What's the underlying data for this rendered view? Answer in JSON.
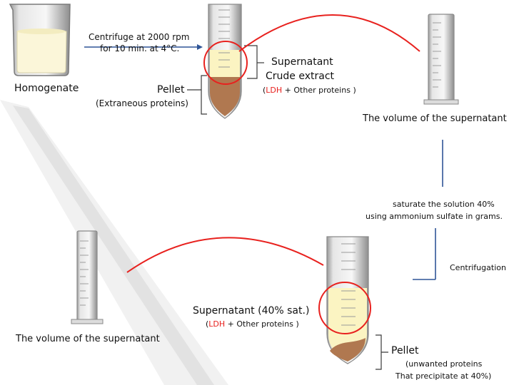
{
  "labels": {
    "centrifuge_line1": "Centrifuge at 2000 rpm",
    "centrifuge_line2": "for 10 min. at 4°C.",
    "homogenate": "Homogenate",
    "pellet_top": "Pellet",
    "extraneous": "(Extraneous proteins)",
    "supernatant_top": "Supernatant",
    "crude_extract": "Crude extract",
    "ldh_paren_open": "(",
    "ldh": "LDH",
    "other_proteins": " + Other proteins )",
    "volume_right": "The volume of the supernatant",
    "saturate_line1": "saturate the solution 40%",
    "saturate_line2": "using ammonium sulfate in grams.",
    "centrifugation": "Centrifugation",
    "supernatant_40": "Supernatant (40% sat.)",
    "volume_left": "The volume of the supernatant",
    "pellet_bottom": "Pellet",
    "unwanted_line1": "(unwanted proteins",
    "unwanted_line2": "That precipitate at 40%)"
  },
  "colors": {
    "accent_red": "#e8211e",
    "connector_blue": "#2f5597",
    "pellet_brown": "#b07850",
    "supernatant_yellow": "#fbf4c2"
  }
}
